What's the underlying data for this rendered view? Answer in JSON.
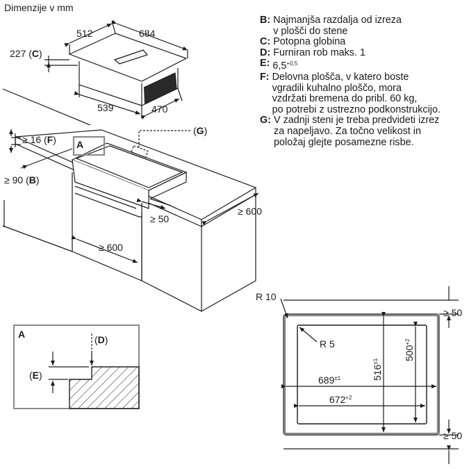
{
  "title": "Dimenzije v mm",
  "legend": [
    {
      "key": "B",
      "text": "Najmanjša razdalja od izreza\nv plošči do stene"
    },
    {
      "key": "C",
      "text": "Potopna globina"
    },
    {
      "key": "D",
      "text": "Furniran rob maks. 1"
    },
    {
      "key": "E",
      "text": "6,5",
      "sup": "+0,5"
    },
    {
      "key": "F",
      "text": "Delovna plošča, v katero boste\nvgradili kuhalno ploščo, mora\nvzdržati bremena do pribl. 60 kg,\npo potrebi z ustrezno podkonstrukcijo."
    },
    {
      "key": "G",
      "text": "V zadnji steni je treba predvideti izrez\nza napeljavo. Za točno velikost in\npoložaj glejte posamezne risbe."
    }
  ],
  "hob": {
    "w_label": "684",
    "d_label": "512",
    "c_value": "227",
    "c_letter": "C",
    "body_w": "539",
    "body_d": "470"
  },
  "worktop": {
    "f_prefix": "≥ 16",
    "f_letter": "F",
    "b_prefix": "≥ 90",
    "b_letter": "B",
    "g_letter": "G",
    "a_letter": "A",
    "front_gap": "≥ 50",
    "depth_right": "≥ 600",
    "cab_depth": "≥ 600"
  },
  "detail": {
    "a_letter": "A",
    "d_letter": "D",
    "e_letter": "E"
  },
  "cutout": {
    "r_outer": "R 10",
    "r_inner": "R 5",
    "gap_top": "≥ 50",
    "gap_bottom": "≥ 50",
    "outer_w": "689",
    "outer_w_tol": "±1",
    "inner_w": "672",
    "inner_w_tol": "+2",
    "outer_h": "516",
    "outer_h_tol": "±1",
    "inner_h": "500",
    "inner_h_tol": "+2"
  }
}
